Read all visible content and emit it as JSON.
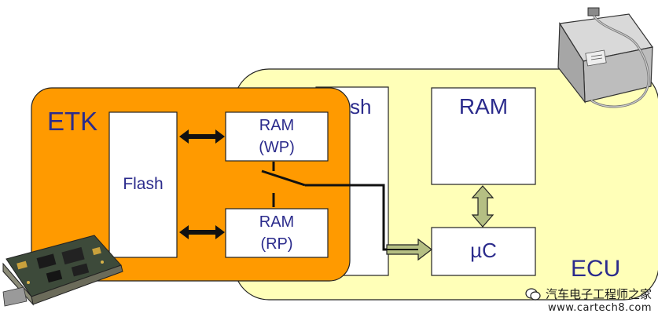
{
  "ecu": {
    "label": "ECU"
  },
  "etk": {
    "label": "ETK"
  },
  "ecu_flash": {
    "label_partial": "sh"
  },
  "etk_flash": {
    "label": "Flash"
  },
  "ram_wp": {
    "line1": "RAM",
    "line2": "(WP)"
  },
  "ram_rp": {
    "line1": "RAM",
    "line2": "(RP)"
  },
  "ecu_ram": {
    "label": "RAM"
  },
  "microcontroller": {
    "label": "µC"
  },
  "watermark": {
    "line1": "汽车电子工程师之家",
    "line2": "www.cartech8.com"
  },
  "colors": {
    "ecu_fill": "#ffffb8",
    "etk_fill": "#ff9a00",
    "box_fill": "#ffffff",
    "label_text": "#2b2b8c",
    "arrow_olive": "#b5bf83"
  },
  "icons": [
    "ecu-hardware-photo",
    "etk-board-photo",
    "wechat-icon"
  ]
}
